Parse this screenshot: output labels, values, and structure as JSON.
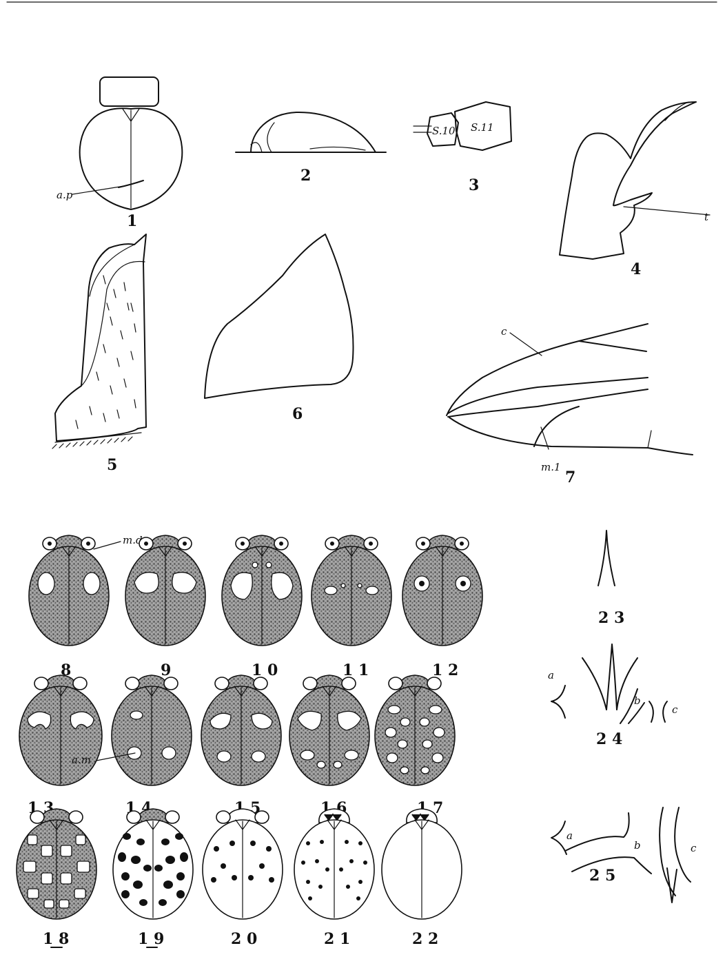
{
  "labels": {
    "fig1": "1",
    "fig2": "2",
    "fig3": "3",
    "fig4": "4",
    "fig5": "5",
    "fig6": "6",
    "fig7": "7",
    "fig8": "8",
    "fig9": "9",
    "fig10": "1 0",
    "fig11": "1 1",
    "fig12": "1 2",
    "fig13": "1 3",
    "fig14": "1 4.",
    "fig15": "1 5",
    "fig16": "1 6",
    "fig17": "1 7",
    "fig18": "1 8",
    "fig19": "1 9",
    "fig20": "2 0",
    "fig21": "2 1",
    "fig22": "2 2",
    "fig23": "2 3",
    "fig24": "2 4",
    "fig25": "2 5"
  },
  "annotations": {
    "ap": "a.p",
    "s10": "S.10",
    "s11": "S.11",
    "t": "t",
    "c": "c",
    "m1": "m.1",
    "md": "m.d",
    "am": "a.m",
    "a24": "a",
    "b24": "b",
    "c24": "c",
    "a25": "a",
    "b25": "b",
    "c25": "c"
  }
}
